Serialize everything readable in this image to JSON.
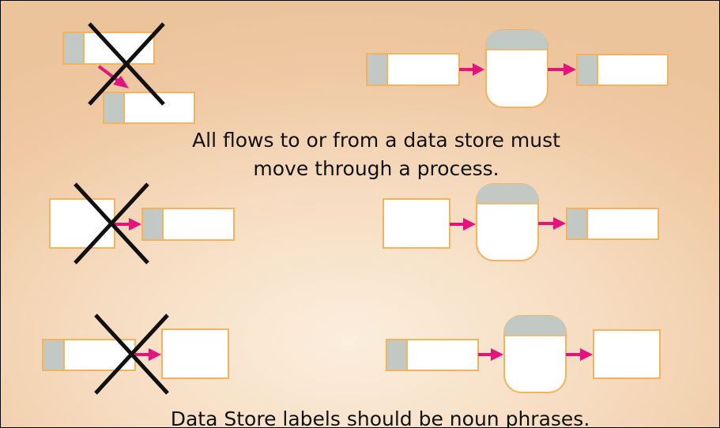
{
  "captions": {
    "rule_1_line_1": "All flows to or from a data store must",
    "rule_1_line_2": "move through a process.",
    "rule_2": "Data Store labels should be noun phrases."
  },
  "colors": {
    "box_fill": "#ffffff",
    "box_border": "#f5b35c",
    "store_tab": "#c2c9c4",
    "process_cap": "#c2c9c4",
    "arrow": "#e6127e",
    "cross": "#111111"
  },
  "diagram": {
    "rows": [
      {
        "incorrect": [
          "data-store",
          "data-store"
        ],
        "correct": [
          "data-store",
          "process",
          "data-store"
        ]
      },
      {
        "incorrect": [
          "external-entity",
          "data-store"
        ],
        "correct": [
          "external-entity",
          "process",
          "data-store"
        ]
      },
      {
        "incorrect": [
          "data-store",
          "external-entity"
        ],
        "correct": [
          "data-store",
          "process",
          "external-entity"
        ]
      }
    ],
    "icons": {
      "incorrect_mark": "cross-icon",
      "flow": "arrow-icon"
    }
  }
}
